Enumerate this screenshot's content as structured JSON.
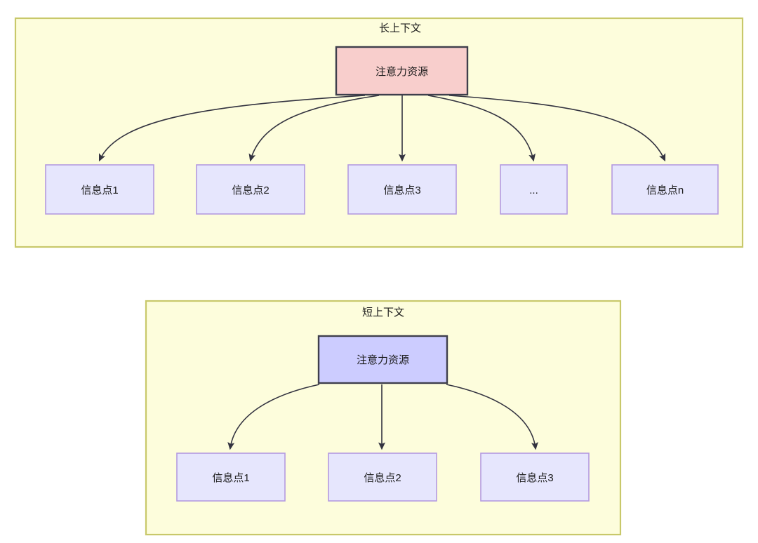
{
  "diagram": {
    "type": "two-panel hierarchy diagram",
    "colors": {
      "container_fill": "#fdfddc",
      "container_stroke": "#c8c86a",
      "root_long_fill": "#f8cecc",
      "root_short_fill": "#ccccff",
      "leaf_fill": "#e6e6fd",
      "leaf_stroke": "#b49ae0",
      "edge_stroke": "#333340",
      "text": "#1a1a1a"
    },
    "panels": [
      {
        "id": "long-context",
        "title": "长上下文",
        "root": {
          "label": "注意力资源"
        },
        "leaves": [
          {
            "label": "信息点1"
          },
          {
            "label": "信息点2"
          },
          {
            "label": "信息点3"
          },
          {
            "label": "..."
          },
          {
            "label": "信息点n"
          }
        ]
      },
      {
        "id": "short-context",
        "title": "短上下文",
        "root": {
          "label": "注意力资源"
        },
        "leaves": [
          {
            "label": "信息点1"
          },
          {
            "label": "信息点2"
          },
          {
            "label": "信息点3"
          }
        ]
      }
    ]
  }
}
